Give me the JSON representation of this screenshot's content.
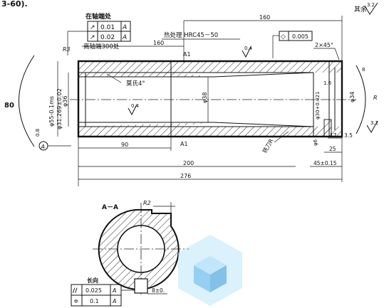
{
  "header": {
    "top_left_fragment": "3-60).",
    "roughness_note": "其余",
    "roughness_value": "3.2"
  },
  "feature_control_left": {
    "title": "在轴端处",
    "rows": [
      {
        "symbol": "↗",
        "value": "0.01",
        "datum": "A"
      },
      {
        "symbol": "↗",
        "value": "0.02",
        "datum": "A"
      }
    ],
    "note": "离轴端300处"
  },
  "feature_control_right": {
    "symbol": "◇",
    "value": "0.005"
  },
  "notes": {
    "heat_treatment": "热处理 HRC45－50",
    "taper": "莫氏4°",
    "section_A_label": "A1",
    "section_A_label_bottom": "A1",
    "cutter_note": "铣刀R",
    "chamfer": "2×45°",
    "datum": "A"
  },
  "dimensions": {
    "d160_top": "160",
    "d160_mid": "160",
    "radius_R3": "R3",
    "radius_R": "R",
    "d_outer": "φ55-0.1ms",
    "d_36": "φ36",
    "d_31": "φ31.269±0.02",
    "d_38": "φ38",
    "d_30": "φ30+0.021",
    "d_34": "φ34",
    "d_6": "φ6",
    "r_08_left": "0.8",
    "r_04_top": "0.4",
    "r_04_bottom": "0.4",
    "r_16": "1.6",
    "d_80": "80",
    "d_90": "90",
    "d_200": "200",
    "d_276": "276",
    "d_45": "45±0.15",
    "d_25": "25",
    "d_17": "17",
    "d_35": "3.5",
    "right_angle_label": "8",
    "right_bottom_roughness": "3.2"
  },
  "section_view": {
    "title": "A－A",
    "radius_label": "R2",
    "slot_dim": "8±0.",
    "long_label": "长向",
    "tolerances": [
      {
        "symbol": "//",
        "value": "0.025",
        "datum": "A"
      },
      {
        "symbol": "≑",
        "value": "0.1",
        "datum": "A"
      }
    ]
  }
}
